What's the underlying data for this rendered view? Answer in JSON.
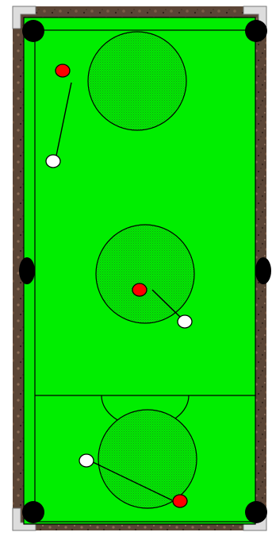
{
  "game": "snooker-table",
  "colors": {
    "cloth": "#00ee00",
    "dotted_zone": "#1a8f1a",
    "wood": "#5b4536",
    "corner_metal": "#dddddd",
    "pocket": "#000000",
    "red_ball": "#ff0000",
    "white_ball": "#ffffff",
    "line": "#000000"
  },
  "shots": [
    {
      "name": "top-left-shot",
      "red_ball": "red",
      "cue_ball": "white"
    },
    {
      "name": "center-shot",
      "red_ball": "red",
      "cue_ball": "white"
    },
    {
      "name": "bottom-shot",
      "red_ball": "red",
      "cue_ball": "white"
    }
  ],
  "zones": [
    "top-target-zone",
    "center-target-zone",
    "bottom-target-zone"
  ],
  "icons": [
    "corner-pocket",
    "side-pocket"
  ]
}
